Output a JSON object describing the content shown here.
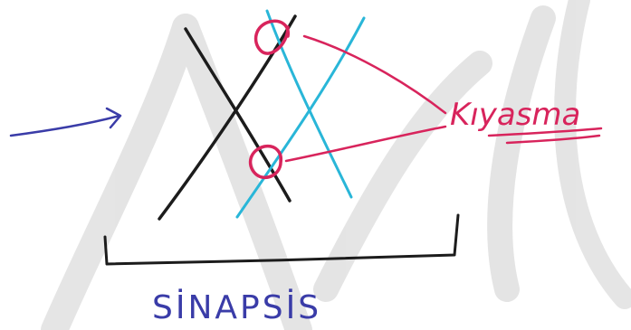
{
  "labels": {
    "crossing": "Kıyasma",
    "bottom": "SİNAPSİS"
  },
  "colors": {
    "background": "#ffffff",
    "black_chromatid": "#1c1c1c",
    "cyan_chromatid": "#29b6d8",
    "magenta_marker": "#d8245c",
    "blue_arrow": "#3a3ca8",
    "watermark": "#d6d6d6"
  },
  "icons": {
    "arrow": "right-arrow-icon",
    "crossing_marker": "circle-marker-icon",
    "bracket": "bracket-icon",
    "watermark": "watermark-logo"
  }
}
